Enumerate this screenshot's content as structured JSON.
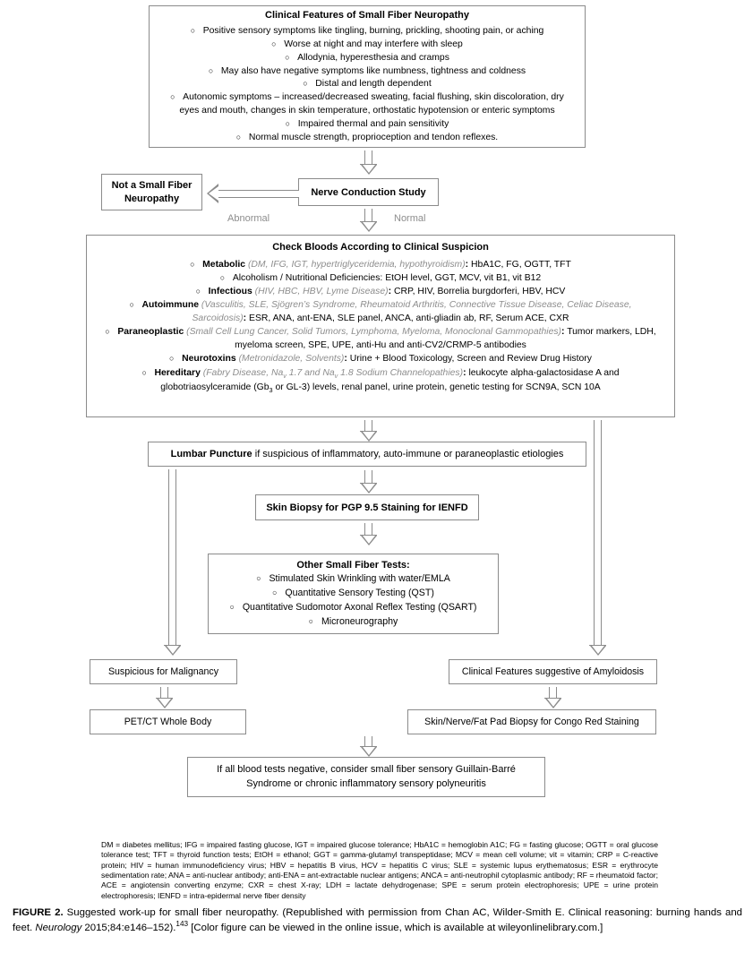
{
  "figure": {
    "clinical_features": {
      "title": "Clinical Features of Small Fiber Neuropathy",
      "items": [
        "Positive sensory symptoms like tingling, burning, prickling, shooting pain, or aching",
        "Worse at night and may interfere with sleep",
        "Allodynia, hyperesthesia and cramps",
        "May also have negative symptoms like numbness, tightness and coldness",
        "Distal and length dependent",
        "Autonomic symptoms – increased/decreased sweating, facial flushing, skin discoloration, dry eyes and mouth, changes in skin temperature, orthostatic hypotension or enteric symptoms",
        "Impaired thermal and pain sensitivity",
        "Normal muscle strength, proprioception and tendon reflexes."
      ]
    },
    "nerve_conduction_study": "Nerve Conduction Study",
    "not_small_fiber": "Not a Small Fiber Neuropathy",
    "edge_abnormal": "Abnormal",
    "edge_normal": "Normal",
    "check_bloods": {
      "title": "Check Bloods According to Clinical Suspicion",
      "rows": [
        {
          "category": "Metabolic",
          "examples": "(DM, IFG, IGT, hypertriglyceridemia, hypothyroidism)",
          "tests": "HbA1C, FG, OGTT, TFT"
        },
        {
          "category": "Alcoholism / Nutritional Deficiencies",
          "examples": "",
          "tests": "EtOH level, GGT, MCV, vit B1, vit B12"
        },
        {
          "category": "Infectious",
          "examples": "(HIV, HBC, HBV, Lyme Disease)",
          "tests": "CRP, HIV, Borrelia burgdorferi, HBV, HCV"
        },
        {
          "category": "Autoimmune",
          "examples": "(Vasculitis, SLE, Sjögren’s Syndrome, Rheumatoid Arthritis, Connective Tissue Disease, Celiac Disease, Sarcoidosis)",
          "tests": "ESR, ANA, ant-ENA, SLE panel, ANCA, anti-gliadin ab, RF, Serum ACE, CXR"
        },
        {
          "category": "Paraneoplastic",
          "examples": "(Small Cell Lung Cancer, Solid Tumors, Lymphoma, Myeloma, Monoclonal Gammopathies)",
          "tests": "Tumor markers, LDH, myeloma screen, SPE, UPE, anti-Hu and anti-CV2/CRMP-5 antibodies"
        },
        {
          "category": "Neurotoxins",
          "examples": "(Metronidazole, Solvents)",
          "tests": "Urine + Blood Toxicology, Screen and Review Drug History"
        },
        {
          "category": "Hereditary",
          "examples": "(Fabry Disease, Nav 1.7 and Nav 1.8 Sodium Channelopathies)",
          "tests": "leukocyte alpha-galactosidase A and globotriaosylceramide (Gb3 or GL-3) levels, renal panel, urine protein, genetic testing for SCN9A, SCN 10A"
        }
      ]
    },
    "lumbar_puncture": {
      "bold": "Lumbar Puncture",
      "rest": " if suspicious of inflammatory, auto-immune or paraneoplastic etiologies"
    },
    "skin_biopsy": "Skin Biopsy for PGP 9.5 Staining for IENFD",
    "other_tests": {
      "title": "Other Small Fiber Tests:",
      "items": [
        "Stimulated Skin Wrinkling with water/EMLA",
        "Quantitative Sensory Testing (QST)",
        "Quantitative Sudomotor Axonal Reflex Testing (QSART)",
        "Microneurography"
      ]
    },
    "suspicious_malignancy": "Suspicious for Malignancy",
    "pet_ct": "PET/CT Whole Body",
    "amyloidosis": "Clinical Features suggestive of Amyloidosis",
    "congo_red": "Skin/Nerve/Fat Pad Biopsy for Congo Red Staining",
    "final_box": "If all blood tests negative, consider small fiber sensory Guillain-Barré Syndrome or chronic inflammatory sensory polyneuritis"
  },
  "abbreviations": "DM = diabetes mellitus; IFG = impaired fasting glucose, IGT = impaired glucose tolerance; HbA1C = hemoglobin A1C; FG = fasting glucose; OGTT = oral glucose tolerance test; TFT = thyroid function tests; EtOH = ethanol; GGT = gamma-glutamyl transpeptidase; MCV = mean cell volume; vit = vitamin; CRP = C-reactive protein; HIV = human immunodeficiency virus; HBV = hepatitis B virus, HCV = hepatitis C virus; SLE = systemic lupus erythematosus; ESR = erythrocyte sedimentation rate; ANA = anti-nuclear antibody; anti-ENA = ant-extractable nuclear antigens; ANCA = anti-neutrophil cytoplasmic antibody; RF = rheumatoid factor; ACE = angiotensin converting enzyme; CXR = chest X-ray; LDH = lactate dehydrogenase; SPE = serum protein electrophoresis; UPE = urine protein electrophoresis; IENFD = intra-epidermal nerve fiber density",
  "caption": {
    "figure_label": "FIGURE 2.",
    "text_1": " Suggested work-up for small fiber neuropathy. (Republished with permission from Chan AC, Wilder-Smith E. Clinical reasoning: burning hands and feet. ",
    "journal": "Neurology",
    "text_2": " 2015;84:e146–152).",
    "ref": "143",
    "text_3": " [Color figure can be viewed in the online issue, which is available at wileyonlinelibrary.com.]"
  }
}
